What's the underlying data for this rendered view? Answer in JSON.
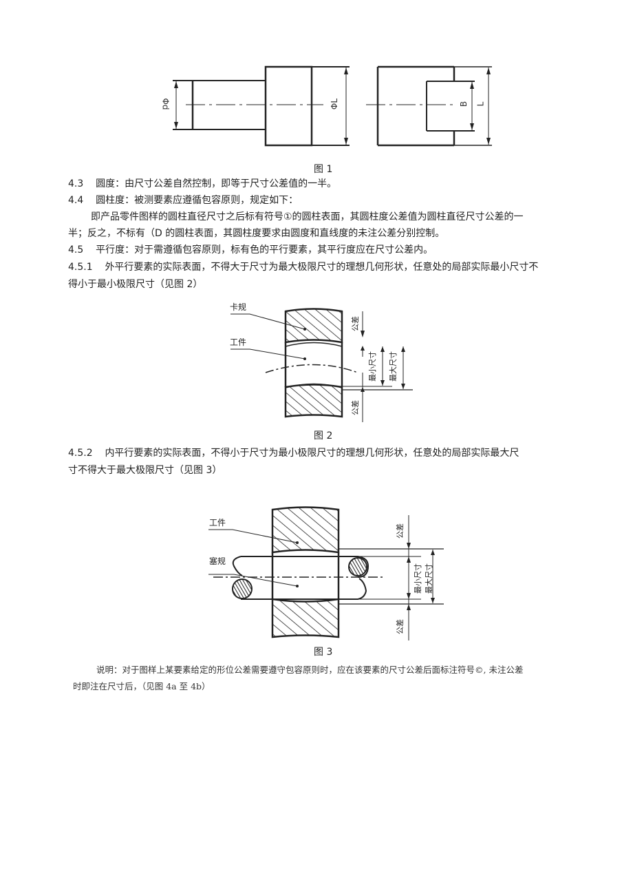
{
  "figure1": {
    "caption": "图 1",
    "labels": {
      "phi_d": "Φd",
      "phi_L": "ΦL",
      "B": "B",
      "L": "L"
    }
  },
  "section_4_3": {
    "number": "4.3",
    "text": "圆度：由尺寸公差自然控制，即等于尺寸公差值的一半。"
  },
  "section_4_4": {
    "number": "4.4",
    "text": "圆柱度：被测要素应遵循包容原则，规定如下：",
    "para_line1": "即产品零件图样的圆柱直径尺寸之后标有符号①的圆柱表面，其圆柱度公差值为圆柱直径尺寸公差的一",
    "para_line2": "半；反之，不标有（D 的圆柱表面，其圆柱度要求由圆度和直线度的未注公差分别控制。"
  },
  "section_4_5": {
    "number": "4.5",
    "text": "平行度：对于需遵循包容原则，标有色的平行要素，其平行度应在尺寸公差内。"
  },
  "section_4_5_1": {
    "number": "4.5.1",
    "line1": "外平行要素的实际表面，不得大于尺寸为最大极限尺寸的理想几何形状，任意处的局部实际最小尺寸不",
    "line2": "得小于最小极限尺寸（见图 2）"
  },
  "figure2": {
    "caption": "图 2",
    "labels": {
      "gauge": "卡规",
      "workpiece": "工件",
      "tolerance_top": "公差",
      "tolerance_bottom": "公差",
      "min_size": "最小尺寸",
      "max_size": "最大尺寸"
    }
  },
  "section_4_5_2": {
    "number": "4.5.2",
    "line1": "内平行要素的实际表面，不得小于尺寸为最小极限尺寸的理想几何形状，任意处的局部实际最大尺",
    "line2": "寸不得大于最大极限尺寸（见图 3）"
  },
  "figure3": {
    "caption": "图 3",
    "labels": {
      "workpiece": "工件",
      "plug_gauge": "塞规",
      "tolerance_top": "公差",
      "tolerance_bottom": "公差",
      "min_size": "最小尺寸",
      "max_size": "最大尺寸"
    }
  },
  "note": {
    "line1": "说明：对于图样上某要素给定的形位公差需要遵守包容原则时，应在该要素的尺寸公差后面标注符号©, 未注公差",
    "line2": "时即注在尺寸后，（见图 4a 至 4b）"
  }
}
